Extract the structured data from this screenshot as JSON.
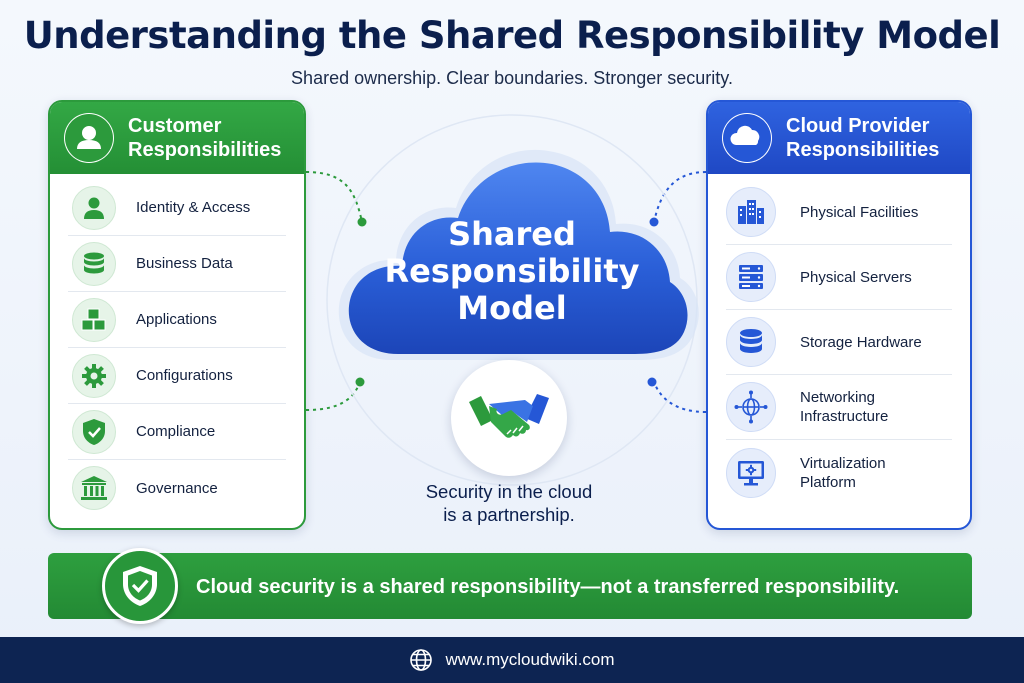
{
  "title": "Understanding the Shared Responsibility Model",
  "subtitle": "Shared ownership. Clear boundaries. Stronger security.",
  "colors": {
    "green": "#2c9a3c",
    "blue": "#2557d6",
    "navy": "#0b1f4d"
  },
  "customer": {
    "heading_line1": "Customer",
    "heading_line2": "Responsibilities",
    "icon": "user-icon",
    "items": [
      {
        "label": "Identity & Access",
        "icon": "user-icon"
      },
      {
        "label": "Business Data",
        "icon": "database-icon"
      },
      {
        "label": "Applications",
        "icon": "cubes-icon"
      },
      {
        "label": "Configurations",
        "icon": "gear-icon"
      },
      {
        "label": "Compliance",
        "icon": "shield-check-icon"
      },
      {
        "label": "Governance",
        "icon": "institution-icon"
      }
    ]
  },
  "provider": {
    "heading_line1": "Cloud Provider",
    "heading_line2": "Responsibilities",
    "icon": "cloud-icon",
    "items": [
      {
        "label": "Physical Facilities",
        "icon": "building-icon"
      },
      {
        "label": "Physical Servers",
        "icon": "server-icon"
      },
      {
        "label": "Storage Hardware",
        "icon": "storage-icon"
      },
      {
        "label": "Networking Infrastructure",
        "line1": "Networking",
        "line2": "Infrastructure",
        "icon": "network-globe-icon"
      },
      {
        "label": "Virtualization Platform",
        "line1": "Virtualization",
        "line2": "Platform",
        "icon": "monitor-gear-icon"
      }
    ]
  },
  "center": {
    "cloud_line1": "Shared",
    "cloud_line2": "Responsibility",
    "cloud_line3": "Model",
    "tagline_line1": "Security in the cloud",
    "tagline_line2": "is a partnership.",
    "icon": "handshake-icon"
  },
  "banner": {
    "text": "Cloud security is a shared responsibility—not a transferred responsibility.",
    "icon": "shield-check-icon"
  },
  "footer": {
    "url": "www.mycloudwiki.com",
    "icon": "globe-icon"
  }
}
